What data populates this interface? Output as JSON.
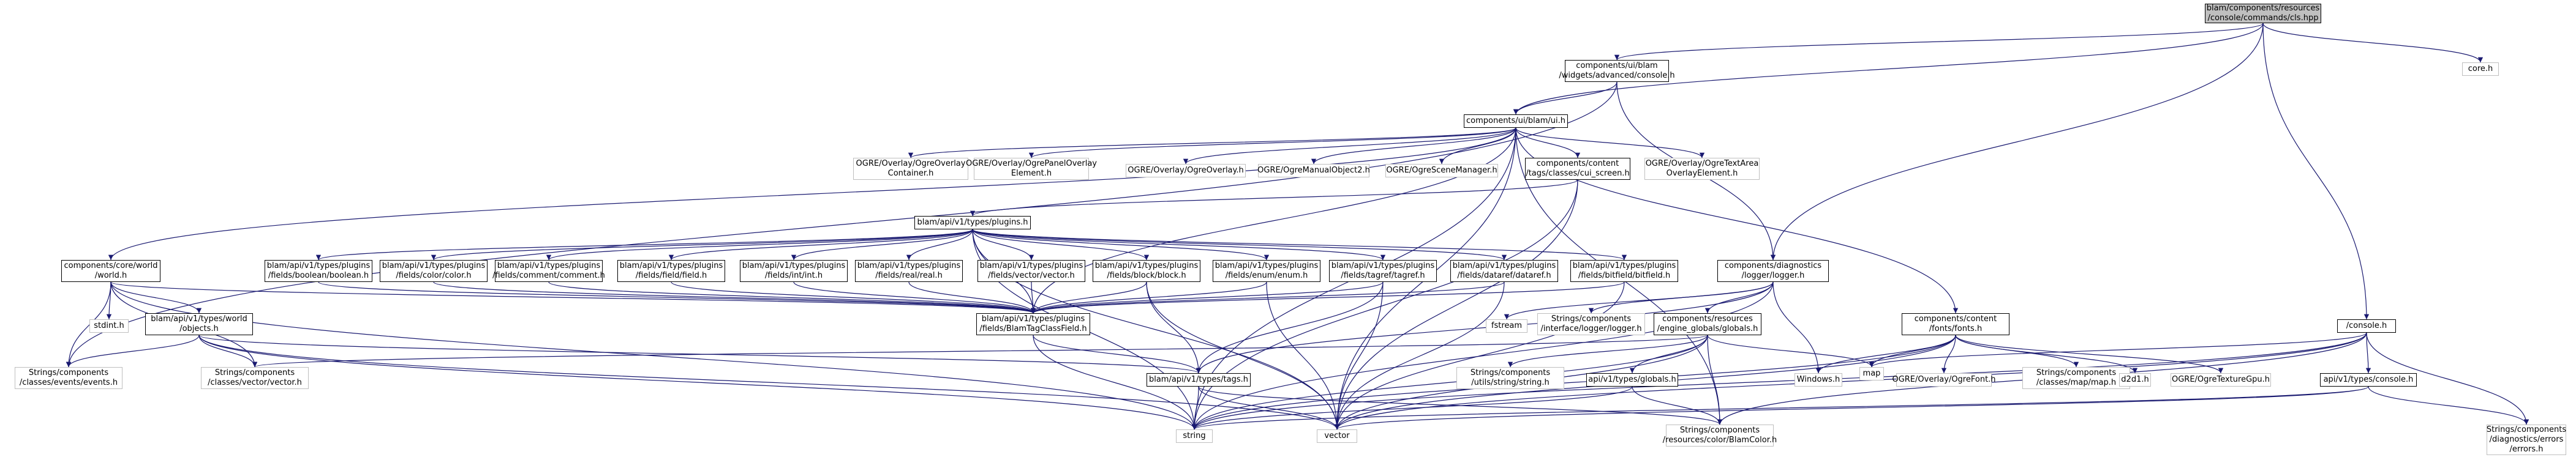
{
  "colors": {
    "edge": "#191970",
    "root_fill": "#bfbfbf",
    "node_border": "#000000",
    "external_border": "#bfbfbf"
  },
  "nodes": [
    {
      "id": "n_root",
      "label": "blam/components/resources\n/console/commands/cls.hpp",
      "kind": "root"
    },
    {
      "id": "n_core",
      "label": "core.h",
      "kind": "ext"
    },
    {
      "id": "n_console",
      "label": "components/ui/blam\n/widgets/advanced/console.h",
      "kind": "doc"
    },
    {
      "id": "n_ui",
      "label": "components/ui/blam/ui.h",
      "kind": "doc"
    },
    {
      "id": "n_ogre_ovc",
      "label": "OGRE/Overlay/OgreOverlay\nContainer.h",
      "kind": "ext"
    },
    {
      "id": "n_ogre_ope",
      "label": "OGRE/Overlay/OgrePanelOverlay\nElement.h",
      "kind": "ext"
    },
    {
      "id": "n_ogre_ov",
      "label": "OGRE/Overlay/OgreOverlay.h",
      "kind": "ext"
    },
    {
      "id": "n_ogre_mo2",
      "label": "OGRE/OgreManualObject2.h",
      "kind": "ext"
    },
    {
      "id": "n_ogre_sm",
      "label": "OGRE/OgreSceneManager.h",
      "kind": "ext"
    },
    {
      "id": "n_cui",
      "label": "components/content\n/tags/classes/cui_screen.h",
      "kind": "doc"
    },
    {
      "id": "n_ogre_tae",
      "label": "OGRE/Overlay/OgreTextArea\nOverlayElement.h",
      "kind": "ext"
    },
    {
      "id": "n_plugins",
      "label": "blam/api/v1/types/plugins.h",
      "kind": "doc"
    },
    {
      "id": "n_world",
      "label": "components/core/world\n/world.h",
      "kind": "doc"
    },
    {
      "id": "n_logger",
      "label": "components/diagnostics\n/logger/logger.h",
      "kind": "doc"
    },
    {
      "id": "n_p_bool",
      "label": "blam/api/v1/types/plugins\n/fields/boolean/boolean.h",
      "kind": "doc"
    },
    {
      "id": "n_p_color",
      "label": "blam/api/v1/types/plugins\n/fields/color/color.h",
      "kind": "doc"
    },
    {
      "id": "n_p_comment",
      "label": "blam/api/v1/types/plugins\n/fields/comment/comment.h",
      "kind": "doc"
    },
    {
      "id": "n_p_field",
      "label": "blam/api/v1/types/plugins\n/fields/field/field.h",
      "kind": "doc"
    },
    {
      "id": "n_p_int",
      "label": "blam/api/v1/types/plugins\n/fields/int/int.h",
      "kind": "doc"
    },
    {
      "id": "n_p_real",
      "label": "blam/api/v1/types/plugins\n/fields/real/real.h",
      "kind": "doc"
    },
    {
      "id": "n_p_vector",
      "label": "blam/api/v1/types/plugins\n/fields/vector/vector.h",
      "kind": "doc"
    },
    {
      "id": "n_p_block",
      "label": "blam/api/v1/types/plugins\n/fields/block/block.h",
      "kind": "doc"
    },
    {
      "id": "n_p_enum",
      "label": "blam/api/v1/types/plugins\n/fields/enum/enum.h",
      "kind": "doc"
    },
    {
      "id": "n_p_tagref",
      "label": "blam/api/v1/types/plugins\n/fields/tagref/tagref.h",
      "kind": "doc"
    },
    {
      "id": "n_p_dataref",
      "label": "blam/api/v1/types/plugins\n/fields/dataref/dataref.h",
      "kind": "doc"
    },
    {
      "id": "n_p_bitfield",
      "label": "blam/api/v1/types/plugins\n/fields/bitfield/bitfield.h",
      "kind": "doc"
    },
    {
      "id": "n_stdint",
      "label": "stdint.h",
      "kind": "ext"
    },
    {
      "id": "n_wobjects",
      "label": "blam/api/v1/types/world\n/objects.h",
      "kind": "doc"
    },
    {
      "id": "n_tagclass",
      "label": "blam/api/v1/types/plugins\n/fields/BlamTagClassField.h",
      "kind": "doc"
    },
    {
      "id": "n_fstream",
      "label": "fstream",
      "kind": "ext"
    },
    {
      "id": "n_ilogger",
      "label": "Strings/components\n/interface/logger/logger.h",
      "kind": "ext"
    },
    {
      "id": "n_globals_eng",
      "label": "components/resources\n/engine_globals/globals.h",
      "kind": "doc"
    },
    {
      "id": "n_fonts",
      "label": "components/content\n/fonts/fonts.h",
      "kind": "doc"
    },
    {
      "id": "n_console_h",
      "label": "/console.h",
      "kind": "doc"
    },
    {
      "id": "n_events",
      "label": "Strings/components\n/classes/events/events.h",
      "kind": "ext"
    },
    {
      "id": "n_cvector",
      "label": "Strings/components\n/classes/vector/vector.h",
      "kind": "ext"
    },
    {
      "id": "n_tags",
      "label": "blam/api/v1/types/tags.h",
      "kind": "doc"
    },
    {
      "id": "n_ustring",
      "label": "Strings/components\n/utils/string/string.h",
      "kind": "ext"
    },
    {
      "id": "n_apiglobals",
      "label": "api/v1/types/globals.h",
      "kind": "doc"
    },
    {
      "id": "n_windows",
      "label": "Windows.h",
      "kind": "ext"
    },
    {
      "id": "n_map",
      "label": "map",
      "kind": "ext"
    },
    {
      "id": "n_ogre_font",
      "label": "OGRE/Overlay/OgreFont.h",
      "kind": "ext"
    },
    {
      "id": "n_cmap",
      "label": "Strings/components\n/classes/map/map.h",
      "kind": "ext"
    },
    {
      "id": "n_d2d1",
      "label": "d2d1.h",
      "kind": "ext"
    },
    {
      "id": "n_ogre_tgpu",
      "label": "OGRE/OgreTextureGpu.h",
      "kind": "ext"
    },
    {
      "id": "n_apiconsole",
      "label": "api/v1/types/console.h",
      "kind": "doc"
    },
    {
      "id": "n_string",
      "label": "string",
      "kind": "ext"
    },
    {
      "id": "n_vectorstd",
      "label": "vector",
      "kind": "ext"
    },
    {
      "id": "n_blamcolor",
      "label": "Strings/components\n/resources/color/BlamColor.h",
      "kind": "ext"
    },
    {
      "id": "n_errors",
      "label": "Strings/components\n/diagnostics/errors\n/errors.h",
      "kind": "ext"
    }
  ]
}
